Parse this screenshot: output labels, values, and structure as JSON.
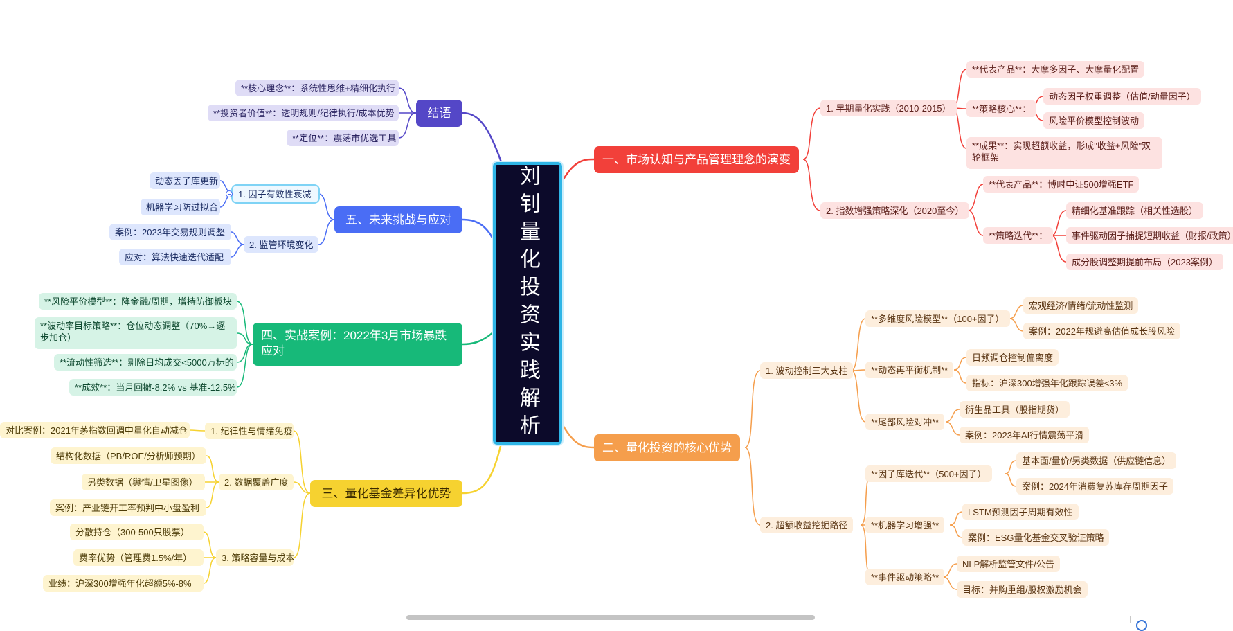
{
  "center": {
    "title": "刘钊量化投资实践解析"
  },
  "branches": {
    "b1": "一、市场认知与产品管理理念的演变",
    "b2": "二、量化投资的核心优势",
    "b3": "三、量化基金差异化优势",
    "b4": "四、实战案例：2022年3月市场暴跌应对",
    "b5": "五、未来挑战与应对",
    "b6": "结语"
  },
  "b1": {
    "s1": "1. 早期量化实践（2010-2015）",
    "s1a": "**代表产品**：大摩多因子、大摩量化配置",
    "s1b": "**策略核心**：",
    "s1b1": "动态因子权重调整（估值/动量因子）",
    "s1b2": "风险平价模型控制波动",
    "s1c": "**成果**：实现超额收益，形成\"收益+风险\"双轮框架",
    "s2": "2. 指数增强策略深化（2020至今）",
    "s2a": "**代表产品**：博时中证500增强ETF",
    "s2b": "**策略迭代**：",
    "s2b1": "精细化基准跟踪（相关性选股）",
    "s2b2": "事件驱动因子捕捉短期收益（财报/政策）",
    "s2b3": "成分股调整期提前布局（2023案例）"
  },
  "b2": {
    "s1": "1. 波动控制三大支柱",
    "s1a": "**多维度风险模型**（100+因子）",
    "s1a1": "宏观经济/情绪/流动性监测",
    "s1a2": "案例：2022年规避高估值成长股风险",
    "s1b": "**动态再平衡机制**",
    "s1b1": "日频调仓控制偏离度",
    "s1b2": "指标：沪深300增强年化跟踪误差<3%",
    "s1c": "**尾部风险对冲**",
    "s1c1": "衍生品工具（股指期货）",
    "s1c2": "案例：2023年AI行情震荡平滑",
    "s2": "2. 超额收益挖掘路径",
    "s2a": "**因子库迭代**（500+因子）",
    "s2a1": "基本面/量价/另类数据（供应链信息）",
    "s2a2": "案例：2024年消费复苏库存周期因子",
    "s2b": "**机器学习增强**",
    "s2b1": "LSTM预测因子周期有效性",
    "s2b2": "案例：ESG量化基金交叉验证策略",
    "s2c": "**事件驱动策略**",
    "s2c1": "NLP解析监管文件/公告",
    "s2c2": "目标：并购重组/股权激励机会"
  },
  "b3": {
    "s1": "1. 纪律性与情绪免疫",
    "s1a": "对比案例：2021年茅指数回调中量化自动减仓",
    "s2": "2. 数据覆盖广度",
    "s2a": "结构化数据（PB/ROE/分析师预期）",
    "s2b": "另类数据（舆情/卫星图像）",
    "s2c": "案例：产业链开工率预判中小盘盈利",
    "s3": "3. 策略容量与成本",
    "s3a": "分散持仓（300-500只股票）",
    "s3b": "费率优势（管理费1.5%/年）",
    "s3c": "业绩：沪深300增强年化超额5%-8%"
  },
  "b4": {
    "a": "**风险平价模型**：降金融/周期，增持防御板块",
    "b": "**波动率目标策略**：仓位动态调整（70%→逐步加仓）",
    "c": "**流动性筛选**：剔除日均成交<5000万标的",
    "d": "**成效**：当月回撤-8.2% vs 基准-12.5%"
  },
  "b5": {
    "s1": "1. 因子有效性衰减",
    "s1a": "动态因子库更新",
    "s1b": "机器学习防过拟合",
    "s2": "2. 监管环境变化",
    "s2a": "案例：2023年交易规则调整",
    "s2b": "应对：算法快速迭代适配"
  },
  "b6": {
    "a": "**核心理念**：系统性思维+精细化执行",
    "b": "**投资者价值**：透明规则/纪律执行/成本优势",
    "c": "**定位**：震荡市优选工具"
  },
  "colors": {
    "b1": "#f2403a",
    "b2": "#f59e4c",
    "b3": "#f6d230",
    "b4": "#17b979",
    "b5": "#4a6df5",
    "b6": "#5447c7"
  }
}
